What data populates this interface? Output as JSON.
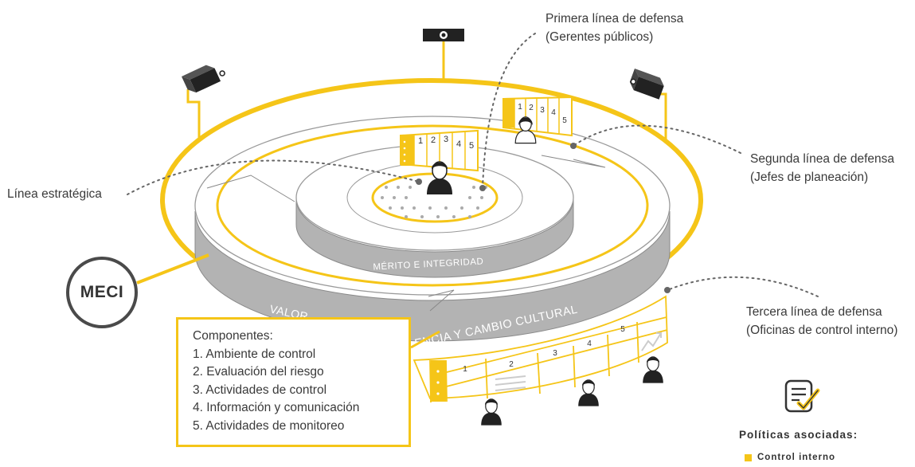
{
  "labels": {
    "primera_1": "Primera línea de defensa",
    "primera_2": "(Gerentes públicos)",
    "segunda_1": "Segunda línea de defensa",
    "segunda_2": "(Jefes de planeación)",
    "tercera_1": "Tercera línea de defensa",
    "tercera_2": "(Oficinas de control interno)",
    "estrategica": "Línea estratégica"
  },
  "meci": "MECI",
  "bands": {
    "inner": "MÉRITO E INTEGRIDAD",
    "outer_left": "VALOR",
    "outer_right": "ENCIA Y CAMBIO CULTURAL"
  },
  "components": {
    "title": "Componentes:",
    "items": [
      "1. Ambiente de control",
      "2. Evaluación del riesgo",
      "3. Actividades de control",
      "4. Información y comunicación",
      "5. Actividades de monitoreo"
    ]
  },
  "panel_numbers": [
    "1",
    "2",
    "3",
    "4",
    "5"
  ],
  "policies": {
    "title": "Políticas asociadas:",
    "items": [
      "Control interno"
    ]
  },
  "icons": {
    "camera": "camera-icon",
    "person": "person-icon",
    "document": "document-check-icon",
    "chart": "trend-up-icon"
  },
  "colors": {
    "accent": "#f5c518",
    "gray_band": "#b3b3b3",
    "line": "#999999",
    "text": "#3a3a3a"
  }
}
